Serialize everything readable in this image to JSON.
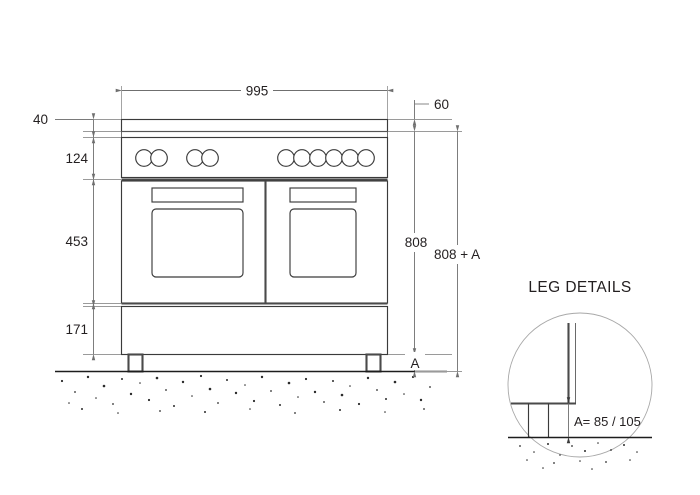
{
  "drawing": {
    "type": "technical-elevation-drawing",
    "subject": "range cooker front elevation with leg detail",
    "units": "mm"
  },
  "dimensions": {
    "width_total": "995",
    "backguard_depth": "60",
    "top_offset": "40",
    "control_panel_height": "124",
    "oven_door_height": "453",
    "base_height": "171",
    "body_height": "808",
    "total_height": "808 + A",
    "leg_label": "A"
  },
  "leg_detail": {
    "title": "LEG DETAILS",
    "dimension": "A= 85 / 105"
  },
  "appliance": {
    "knobs_left_group": 4,
    "knobs_right_group": 6,
    "doors": 2,
    "legs": 2
  }
}
